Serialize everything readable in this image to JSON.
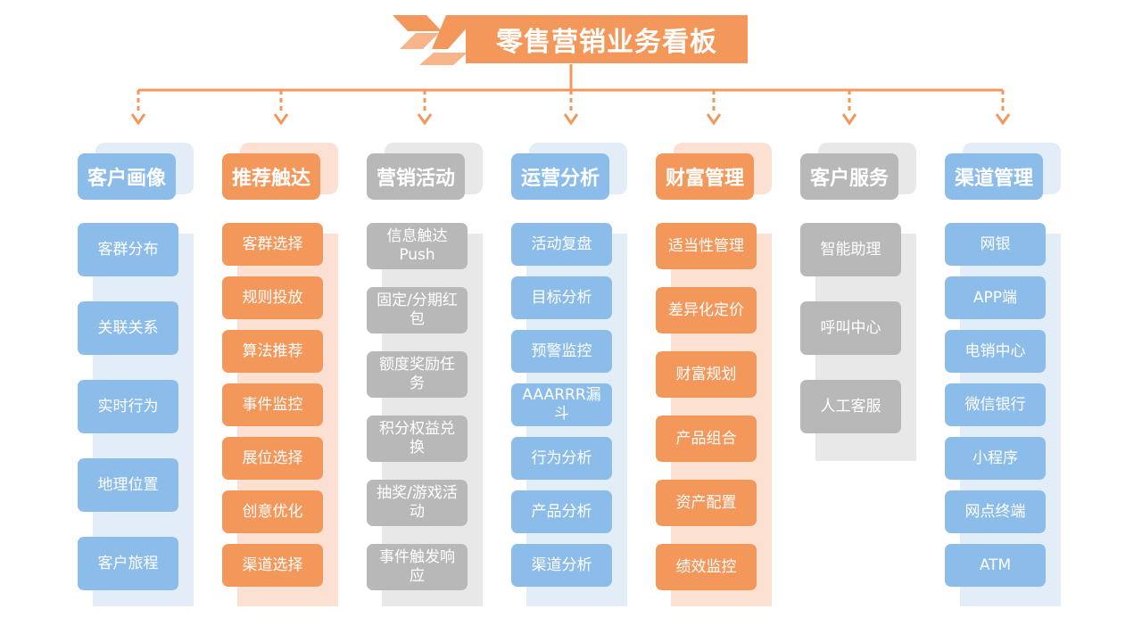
{
  "title": "零售营销业务看板",
  "colors": {
    "blue": "#8CBDEA",
    "orange": "#F4975B",
    "gray": "#B8B8B8"
  },
  "columns": [
    {
      "id": "customer-profile",
      "label": "客户画像",
      "theme": "blue",
      "items": [
        "客群分布",
        "关联关系",
        "实时行为",
        "地理位置",
        "客户旅程"
      ]
    },
    {
      "id": "recommend-reach",
      "label": "推荐触达",
      "theme": "orange",
      "items": [
        "客群选择",
        "规则投放",
        "算法推荐",
        "事件监控",
        "展位选择",
        "创意优化",
        "渠道选择"
      ]
    },
    {
      "id": "marketing-activity",
      "label": "营销活动",
      "theme": "gray",
      "items": [
        "信息触达Push",
        "固定/分期红包",
        "额度奖励任务",
        "积分权益兑换",
        "抽奖/游戏活动",
        "事件触发响应"
      ]
    },
    {
      "id": "operation-analysis",
      "label": "运营分析",
      "theme": "blue",
      "items": [
        "活动复盘",
        "目标分析",
        "预警监控",
        "AAARRR漏斗",
        "行为分析",
        "产品分析",
        "渠道分析"
      ]
    },
    {
      "id": "wealth-management",
      "label": "财富管理",
      "theme": "orange",
      "items": [
        "适当性管理",
        "差异化定价",
        "财富规划",
        "产品组合",
        "资产配置",
        "绩效监控"
      ]
    },
    {
      "id": "customer-service",
      "label": "客户服务",
      "theme": "gray",
      "items": [
        "智能助理",
        "呼叫中心",
        "人工客服"
      ]
    },
    {
      "id": "channel-management",
      "label": "渠道管理",
      "theme": "blue",
      "items": [
        "网银",
        "APP端",
        "电销中心",
        "微信银行",
        "小程序",
        "网点终端",
        "ATM"
      ]
    }
  ]
}
